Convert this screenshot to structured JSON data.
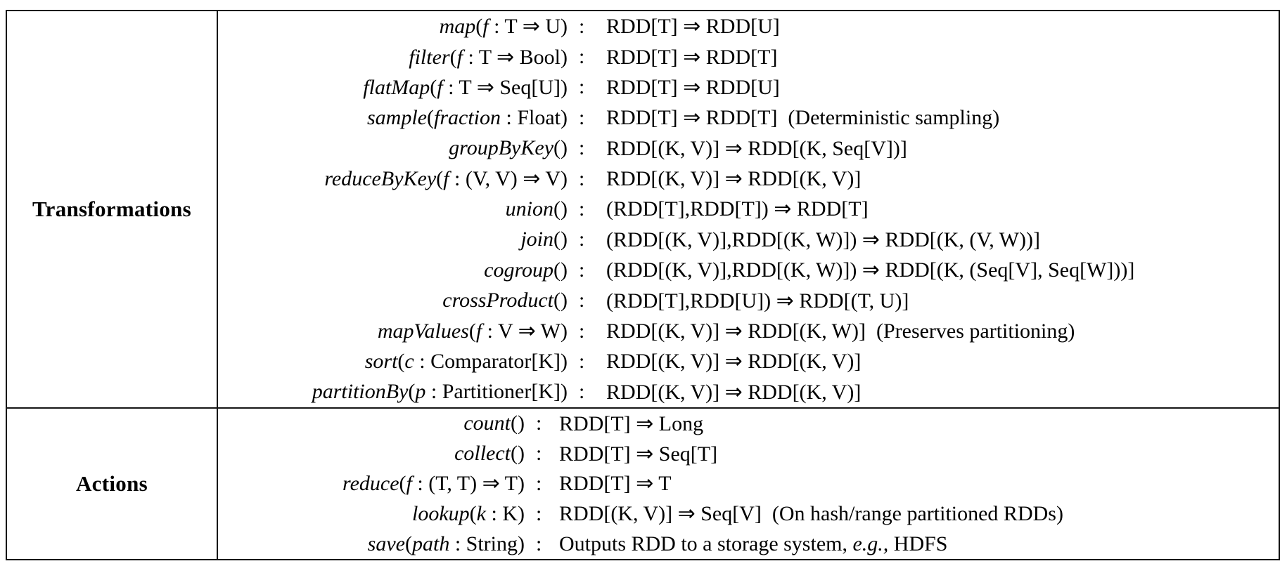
{
  "table": {
    "separator": ":",
    "sections": [
      {
        "label": "Transformations",
        "rows": [
          {
            "signature": "*map*(*f* : T ⇒ U)",
            "result": "RDD[T] ⇒ RDD[U]"
          },
          {
            "signature": "*filter*(*f* : T ⇒ Bool)",
            "result": "RDD[T] ⇒ RDD[T]"
          },
          {
            "signature": "*flatMap*(*f* : T ⇒ Seq[U])",
            "result": "RDD[T] ⇒ RDD[U]"
          },
          {
            "signature": "*sample*(*fraction* : Float)",
            "result": "RDD[T] ⇒ RDD[T]  (Deterministic sampling)"
          },
          {
            "signature": "*groupByKey*()",
            "result": "RDD[(K, V)] ⇒ RDD[(K, Seq[V])]"
          },
          {
            "signature": "*reduceByKey*(*f* : (V, V) ⇒ V)",
            "result": "RDD[(K, V)] ⇒ RDD[(K, V)]"
          },
          {
            "signature": "*union*()",
            "result": "(RDD[T],RDD[T]) ⇒ RDD[T]"
          },
          {
            "signature": "*join*()",
            "result": "(RDD[(K, V)],RDD[(K, W)]) ⇒ RDD[(K, (V, W))]"
          },
          {
            "signature": "*cogroup*()",
            "result": "(RDD[(K, V)],RDD[(K, W)]) ⇒ RDD[(K, (Seq[V], Seq[W]))]"
          },
          {
            "signature": "*crossProduct*()",
            "result": "(RDD[T],RDD[U]) ⇒ RDD[(T, U)]"
          },
          {
            "signature": "*mapValues*(*f* : V ⇒ W)",
            "result": "RDD[(K, V)] ⇒ RDD[(K, W)]  (Preserves partitioning)"
          },
          {
            "signature": "*sort*(*c* : Comparator[K])",
            "result": "RDD[(K, V)] ⇒ RDD[(K, V)]"
          },
          {
            "signature": "*partitionBy*(*p* : Partitioner[K])",
            "result": "RDD[(K, V)] ⇒ RDD[(K, V)]"
          }
        ]
      },
      {
        "label": "Actions",
        "rows": [
          {
            "signature": "*count*()",
            "result": "RDD[T] ⇒ Long"
          },
          {
            "signature": "*collect*()",
            "result": "RDD[T] ⇒ Seq[T]"
          },
          {
            "signature": "*reduce*(*f* : (T, T) ⇒ T)",
            "result": "RDD[T] ⇒ T"
          },
          {
            "signature": "*lookup*(*k* : K)",
            "result": "RDD[(K, V)] ⇒ Seq[V]  (On hash/range partitioned RDDs)"
          },
          {
            "signature": "*save*(*path* : String)",
            "result": "Outputs RDD to a storage system, *e.g.,* HDFS"
          }
        ]
      }
    ]
  }
}
